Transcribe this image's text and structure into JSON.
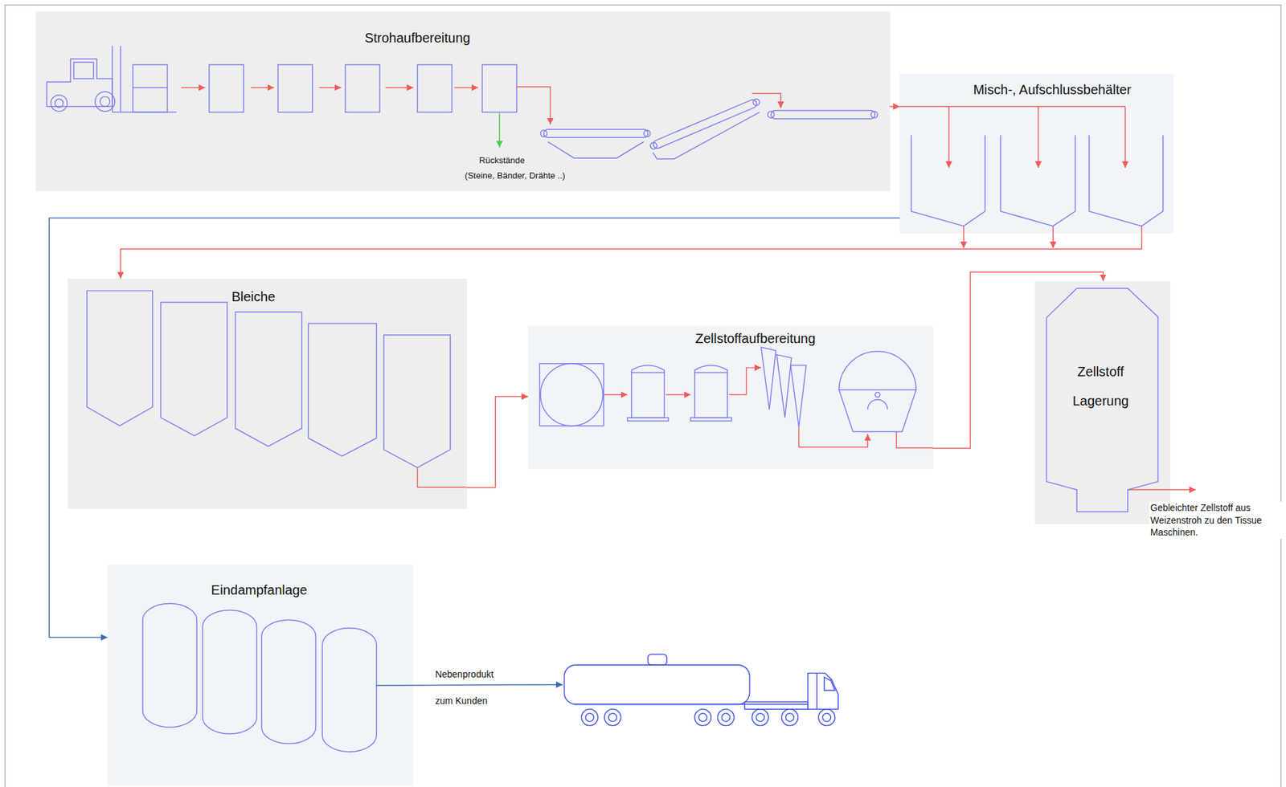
{
  "diagram": {
    "nodes": [
      {
        "text": [
          "Strohaufbereitung"
        ]
      },
      {
        "text": [
          "Misch-, Aufschlussbehälter"
        ]
      },
      {
        "text": [
          "Bleiche"
        ]
      },
      {
        "text": [
          "Zellstoffaufbereitung"
        ]
      },
      {
        "text": [
          "Zellstoff Lagerung"
        ]
      },
      {
        "text": [
          "Eindampfanlage"
        ]
      }
    ],
    "edges": [
      {
        "from": 0,
        "to": 1,
        "arrow": "to"
      },
      {
        "from": 1,
        "to": 2,
        "arrow": "to"
      },
      {
        "from": 2,
        "to": 3,
        "arrow": "to"
      },
      {
        "from": 3,
        "to": 4,
        "arrow": "to"
      },
      {
        "from": 1,
        "to": 5,
        "arrow": "to"
      }
    ],
    "labels": [
      "Rückstände",
      "(Steine, Bänder, Drähte ..)",
      "Gebleichter Zellstoff aus Weizenstroh zu den Tissue Maschinen.",
      "Nebenprodukt",
      "zum Kunden"
    ]
  }
}
